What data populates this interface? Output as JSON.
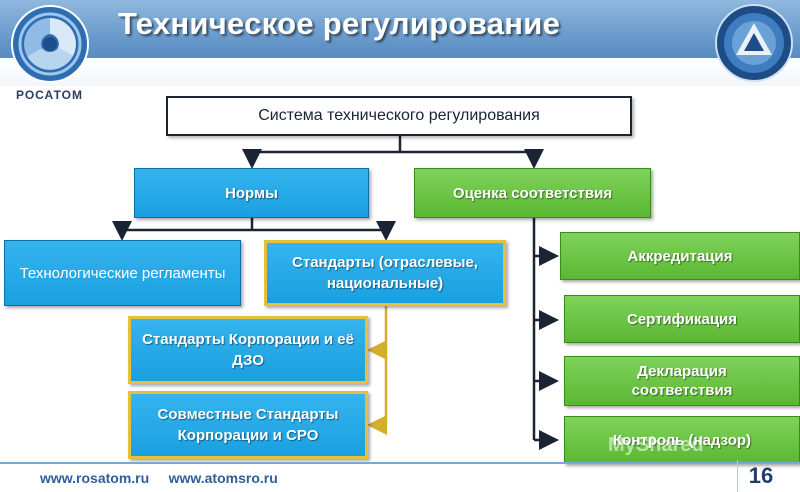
{
  "header": {
    "title": "Техническое регулирование",
    "brand": "РОСАТОМ"
  },
  "diagram": {
    "root": "Система технического регулирования",
    "norms": "Нормы",
    "assessment": "Оценка соответствия",
    "tech_regs": "Технологические регламенты",
    "standards": "Стандарты (отраслевые, национальные)",
    "corp_standards": "Стандарты Корпорации и её ДЗО",
    "joint_standards": "Совместные Стандарты Корпорации и СРО",
    "accreditation": "Аккредитация",
    "certification": "Сертификация",
    "declaration": "Декларация соответствия",
    "control": "Контроль (надзор)"
  },
  "footer": {
    "links": "www.rosatom.ru     www.atomsro.ru",
    "page": "16",
    "watermark": "MyShared"
  },
  "colors": {
    "blue": "#1a9fe0",
    "green": "#5bb833",
    "gold": "#e5c03a"
  }
}
